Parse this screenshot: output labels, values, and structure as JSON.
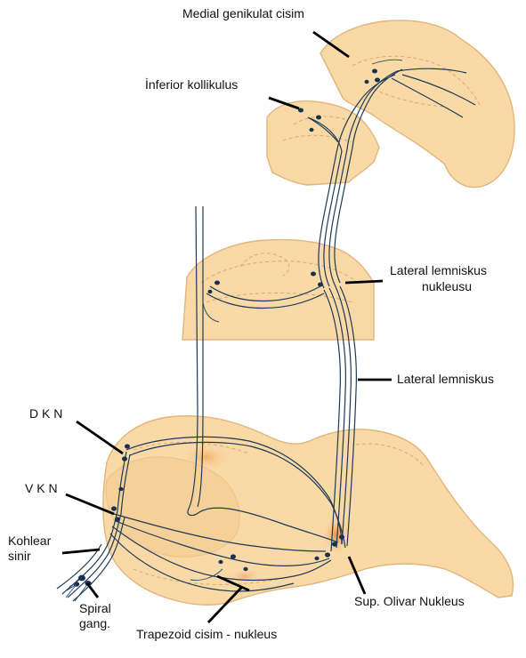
{
  "labels": {
    "medial_geniculate": "Medial genikulat cisim",
    "inferior_colliculus": "İnferior kollikulus",
    "lateral_lemniscus_nucleus_line1": "Lateral lemniskus",
    "lateral_lemniscus_nucleus_line2": "nukleusu",
    "lateral_lemniscus": "Lateral lemniskus",
    "dkn": "D K N",
    "vkn": "V K N",
    "cochlear_nerve_line1": "Kohlear",
    "cochlear_nerve_line2": "sinir",
    "spiral_ganglion_line1": "Spiral",
    "spiral_ganglion_line2": "gang.",
    "sup_olivary": "Sup. Olivar Nukleus",
    "trapezoid": "Trapezoid cisim - nukleus"
  },
  "colors": {
    "tissue": "#f9d9a6",
    "tissue_outline": "#e2b57c",
    "fiber": "#1d3a57",
    "neuron": "#16314f",
    "highlight": "#e8833a"
  }
}
